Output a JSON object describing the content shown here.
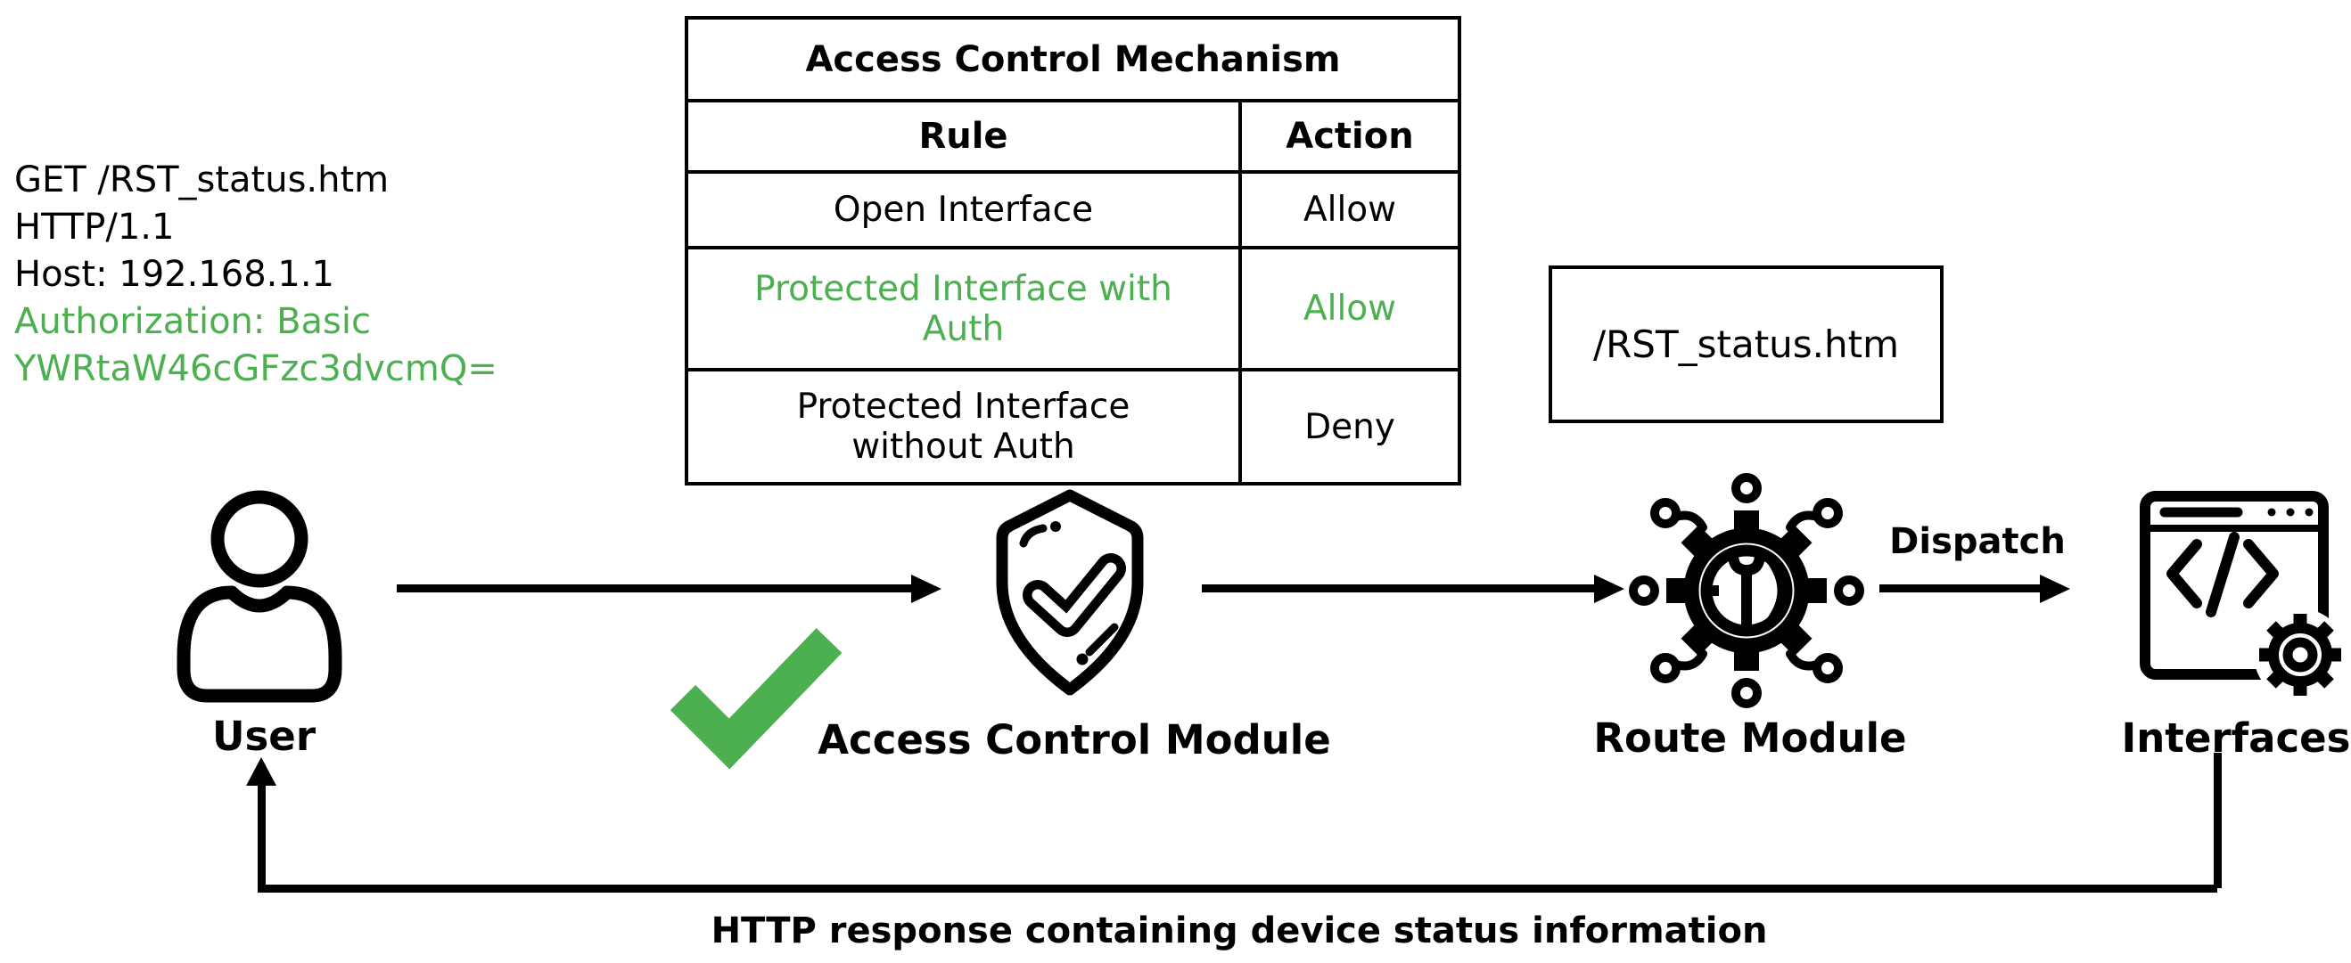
{
  "colors": {
    "green": "#4CAF50",
    "black": "#000000"
  },
  "request": {
    "lines": [
      "GET /RST_status.htm",
      "HTTP/1.1",
      "Host: 192.168.1.1",
      "Authorization: Basic",
      "YWRtaW46cGFzc3dvcmQ="
    ]
  },
  "table": {
    "title": "Access Control Mechanism",
    "columns": [
      "Rule",
      "Action"
    ],
    "rows": [
      {
        "rule": "Open Interface",
        "action": "Allow"
      },
      {
        "rule": "Protected Interface with Auth",
        "action": "Allow"
      },
      {
        "rule": "Protected Interface without Auth",
        "action": "Deny"
      }
    ]
  },
  "path_box": {
    "label": "/RST_status.htm"
  },
  "nodes": {
    "user": {
      "label": "User",
      "icon": "person-icon"
    },
    "access_control": {
      "label": "Access Control Module",
      "icon": "shield-check-icon"
    },
    "route": {
      "label": "Route Module",
      "icon": "gear-network-icon"
    },
    "interfaces": {
      "label": "Interfaces",
      "icon": "browser-code-gear-icon"
    }
  },
  "annotations": {
    "approved_check": "green-check-icon",
    "dispatch": "Dispatch",
    "response_caption": "HTTP response containing device status information"
  }
}
